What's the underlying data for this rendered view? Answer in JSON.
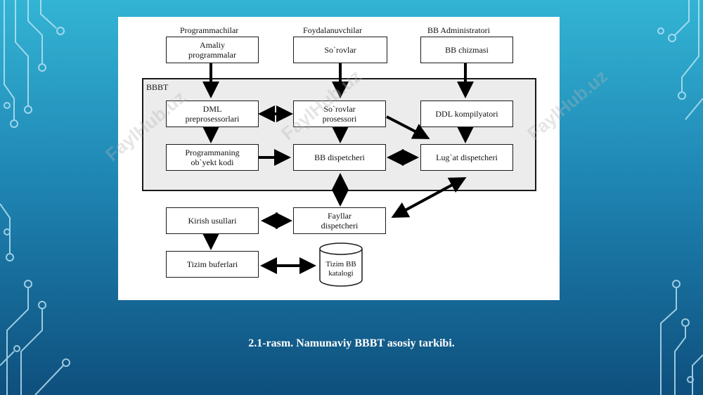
{
  "groups": {
    "programmers": "Programmachilar",
    "users": "Foydalanuvchilar",
    "admins": "BB Administratori"
  },
  "region_label": "BBBT",
  "boxes": {
    "app_programs": "Amaliy\nprogrammalar",
    "queries": "So`rovlar",
    "db_schema": "BB chizmasi",
    "dml_preprocessors": "DML\npreprosessorlari",
    "query_processor": "So`rovlar\nprosessori",
    "ddl_compiler": "DDL kompilyatori",
    "object_code": "Programmaning\nob`yekt kodi",
    "db_dispatcher": "BB dispetcheri",
    "dict_dispatcher": "Lug`at dispetcheri",
    "access_methods": "Kirish usullari",
    "file_dispatcher": "Fayllar\ndispetcheri",
    "system_buffers": "Tizim buferlari",
    "system_catalog": "Tizim BB\nkatalogi"
  },
  "watermark": "FaylHub.uz",
  "caption": "2.1-rasm. Namunaviy BBBT asosiy tarkibi.",
  "colors": {
    "background_top": "#33b4d4",
    "background_bottom": "#0e4f7d",
    "region_fill": "#ececec",
    "circuit": "#bfe6f5"
  }
}
